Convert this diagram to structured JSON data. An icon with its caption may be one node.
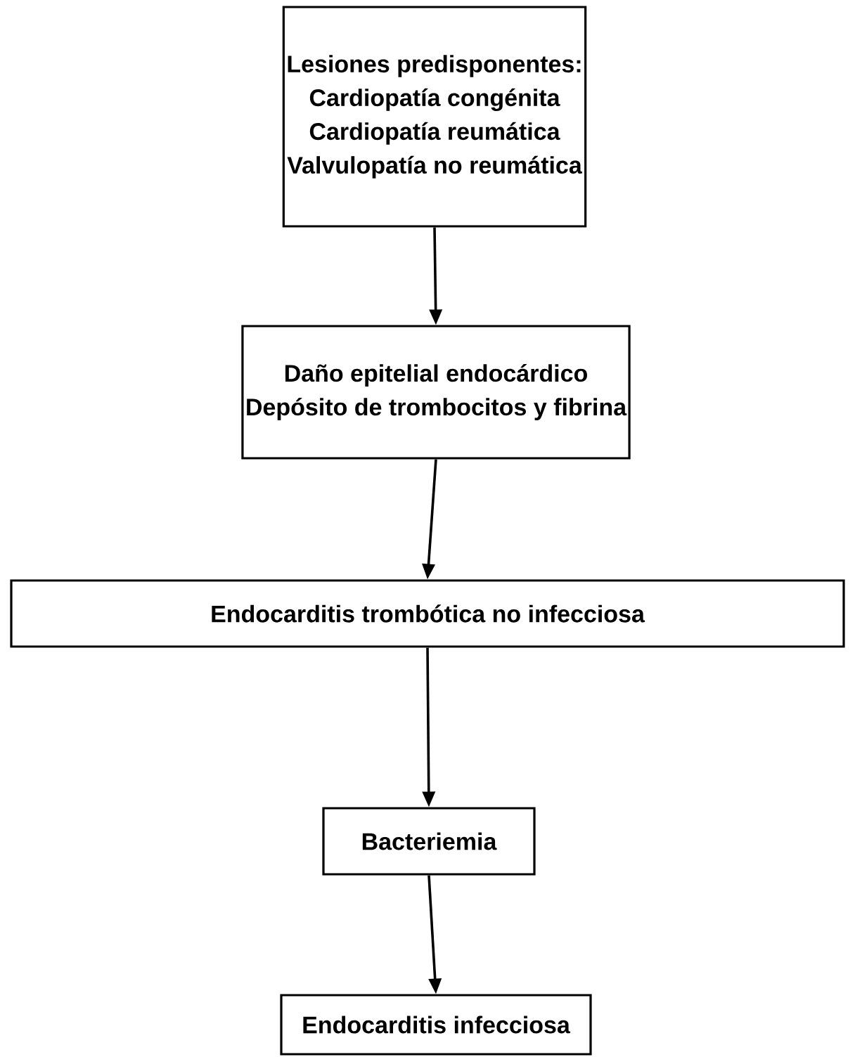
{
  "diagram": {
    "nodes": [
      {
        "text": [
          "Lesiones predisponentes:",
          "Cardiopatía congénita",
          "Cardiopatía reumática",
          "Valvulopatía no reumática"
        ]
      },
      {
        "text": [
          "Daño epitelial endocárdico",
          "Depósito de trombocitos y fibrina"
        ]
      },
      {
        "text": [
          "Endocarditis trombótica no infecciosa"
        ]
      },
      {
        "text": [
          "Bacteriemia"
        ]
      },
      {
        "text": [
          "Endocarditis infecciosa"
        ]
      }
    ],
    "edges": [
      {
        "from": 0,
        "to": 1,
        "arrow": "to"
      },
      {
        "from": 1,
        "to": 2,
        "arrow": "to"
      },
      {
        "from": 2,
        "to": 3,
        "arrow": "to"
      },
      {
        "from": 3,
        "to": 4,
        "arrow": "to"
      }
    ]
  }
}
